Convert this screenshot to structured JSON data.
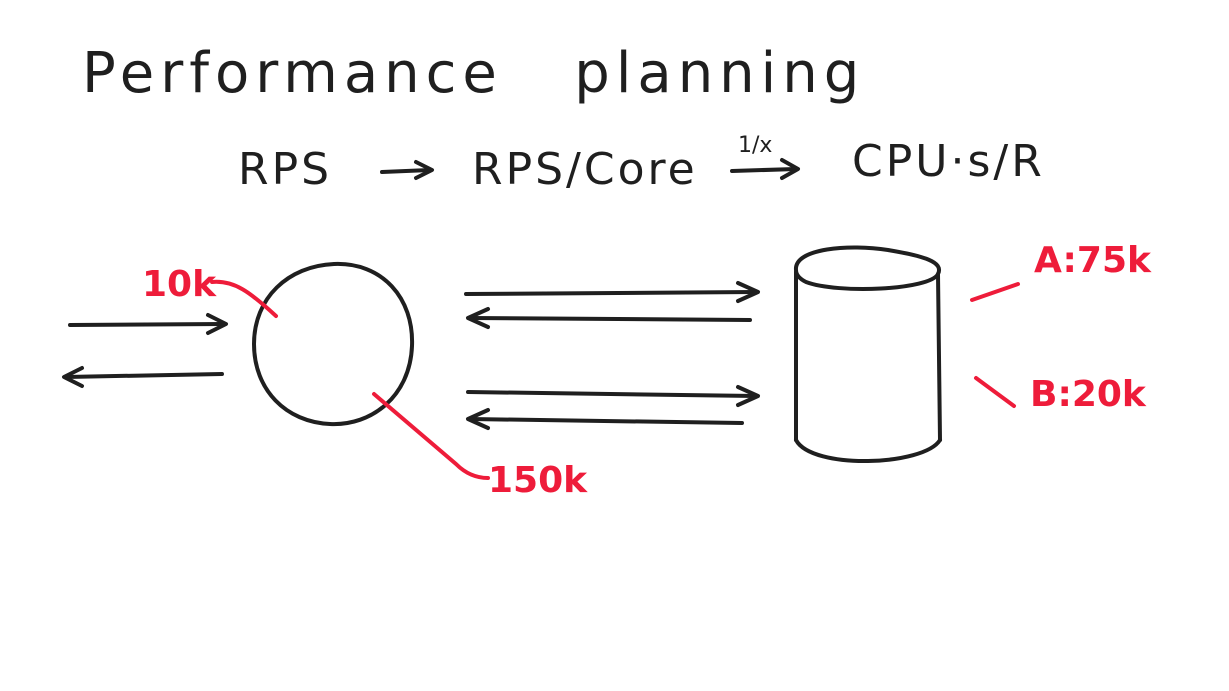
{
  "title": "Performance   planning",
  "formula": {
    "term1": "RPS",
    "term2": "RPS/Core",
    "transform_label": "1/x",
    "term3": "CPU·s/R"
  },
  "annotations": {
    "service_min": "10k",
    "service_max": "150k",
    "db_a": "A:75k",
    "db_b": "B:20k"
  },
  "colors": {
    "ink": "#1f1f1f",
    "accent": "#ee1c3a",
    "background": "#ffffff"
  }
}
